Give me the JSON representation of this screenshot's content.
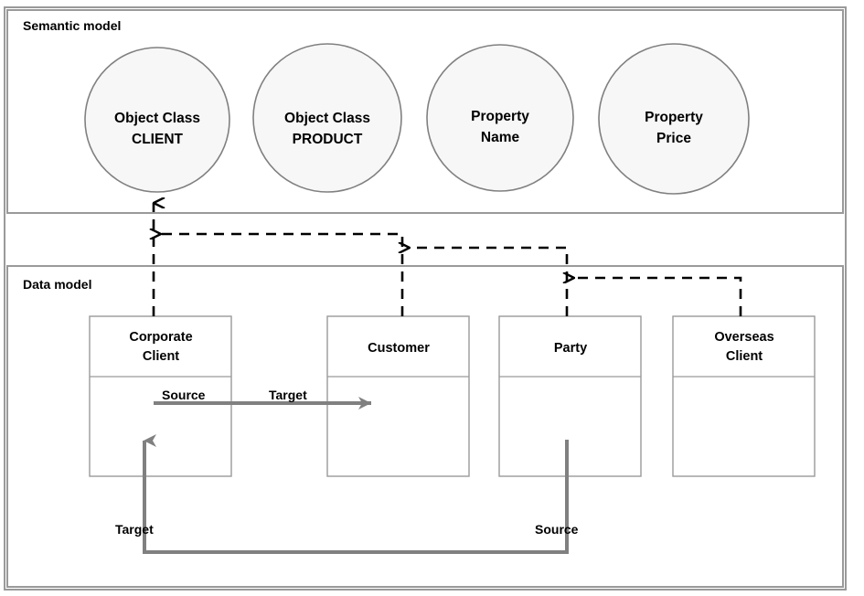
{
  "diagram": {
    "panels": [
      {
        "id": "semantic",
        "title": "Semantic model"
      },
      {
        "id": "data",
        "title": "Data model"
      }
    ],
    "semantic_nodes": [
      {
        "id": "object-class-client",
        "line1": "Object Class",
        "line2": "CLIENT"
      },
      {
        "id": "object-class-product",
        "line1": "Object Class",
        "line2": "PRODUCT"
      },
      {
        "id": "property-name",
        "line1": "Property",
        "line2": "Name"
      },
      {
        "id": "property-price",
        "line1": "Property",
        "line2": "Price"
      }
    ],
    "data_nodes": [
      {
        "id": "corporate-client",
        "line1": "Corporate",
        "line2": "Client"
      },
      {
        "id": "customer",
        "line1": "Customer",
        "line2": ""
      },
      {
        "id": "party",
        "line1": "Party",
        "line2": ""
      },
      {
        "id": "overseas-client",
        "line1": "Overseas",
        "line2": "Client"
      }
    ],
    "edge_labels": {
      "source_top": "Source",
      "target_top": "Target",
      "target_bottom": "Target",
      "source_bottom": "Source"
    },
    "colors": {
      "frame": "#9a9a9a",
      "circle_fill": "#f7f7f7",
      "circle_stroke": "#808080",
      "box_stroke": "#9a9a9a",
      "mapping_arrow": "#000000",
      "relation_arrow": "#808080",
      "text": "#000000",
      "background": "#ffffff"
    }
  }
}
